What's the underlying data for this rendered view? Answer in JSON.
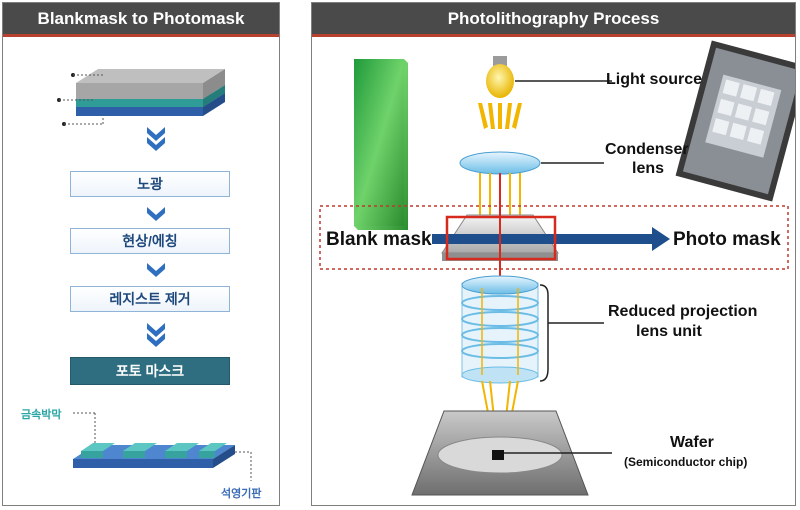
{
  "left_panel": {
    "title": "Blankmask to Photomask",
    "steps": [
      "노광",
      "현상/에칭",
      "레지스트 제거"
    ],
    "final_step": "포토 마스크",
    "labels": {
      "metal_film": "금속박막",
      "quartz_substrate": "석영기판"
    }
  },
  "right_panel": {
    "title": "Photolithography Process",
    "labels": {
      "light_source": "Light source",
      "condenser_line1": "Condenser",
      "condenser_line2": "lens",
      "blank_mask": "Blank mask",
      "photo_mask": "Photo mask",
      "projection_line1": "Reduced projection",
      "projection_line2": "lens unit",
      "wafer": "Wafer",
      "wafer_sub": "(Semiconductor chip)"
    }
  },
  "colors": {
    "header_bg": "#4a4a4a",
    "header_accent": "#b7412e",
    "step_text": "#1f497d",
    "final_step_bg": "#2e6e80",
    "chevron": "#2f6fbf",
    "arrow_blue": "#1f4e8c",
    "highlight_red": "#d62a1e",
    "metal_label": "#2aa6a6"
  },
  "icons": [
    "chevron-down-icon",
    "arrow-right-icon",
    "bulb-icon"
  ]
}
